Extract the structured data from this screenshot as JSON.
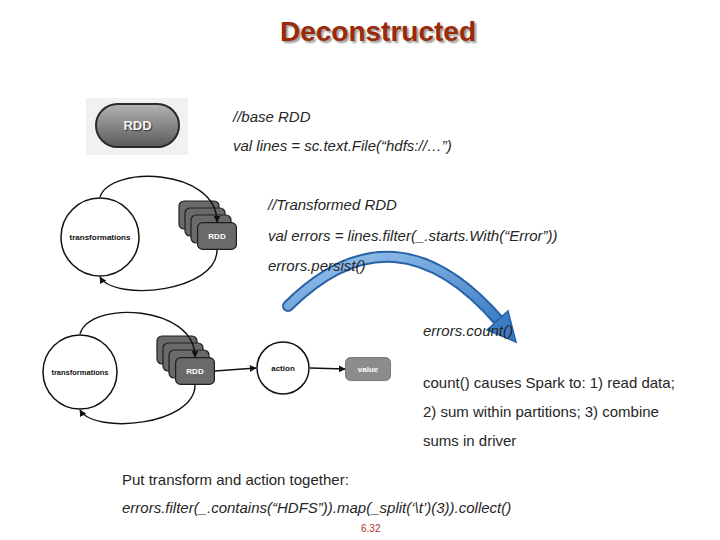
{
  "diagram": {
    "title": "Deconstructed",
    "nodes": [
      {
        "text": [
          "RDD"
        ]
      },
      {
        "text": [
          "transformations"
        ]
      },
      {
        "text": [
          "RDD"
        ]
      },
      {
        "text": [
          "transformations"
        ]
      },
      {
        "text": [
          "RDD"
        ]
      },
      {
        "text": [
          "action"
        ]
      },
      {
        "text": [
          "value"
        ]
      }
    ],
    "edges": [
      {
        "from": 1,
        "to": 2,
        "arrow": "to"
      },
      {
        "from": 2,
        "to": 1,
        "arrow": "to"
      },
      {
        "from": 3,
        "to": 4,
        "arrow": "to"
      },
      {
        "from": 4,
        "to": 3,
        "arrow": "to"
      },
      {
        "from": 4,
        "to": 5,
        "arrow": "to"
      },
      {
        "from": 5,
        "to": 6,
        "arrow": "to"
      }
    ],
    "labels": [
      "//base RDD",
      "val lines = sc.text.File(“hdfs://…”)",
      "//Transformed RDD",
      "val errors = lines.filter(_.starts.With(“Error”))",
      "errors.persist()",
      "errors.count()",
      "count() causes Spark to: 1) read data; 2) sum within partitions; 3) combine sums in driver",
      "Put transform and action together:",
      "errors.filter(_.contains(“HDFS”)).map(_split(‘\\t’)(3)).collect()",
      "6.32"
    ]
  }
}
